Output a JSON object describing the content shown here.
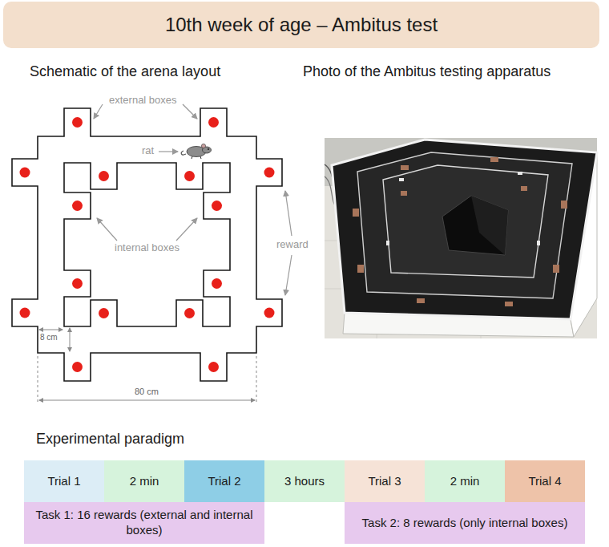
{
  "diagram": {
    "title": "10th week of age – Ambitus test",
    "nodes": [
      {
        "text": [
          "Trial 1"
        ]
      },
      {
        "text": [
          "2 min"
        ]
      },
      {
        "text": [
          "Trial 2"
        ]
      },
      {
        "text": [
          "3 hours"
        ]
      },
      {
        "text": [
          "Trial 3"
        ]
      },
      {
        "text": [
          "2 min"
        ]
      },
      {
        "text": [
          "Trial 4"
        ]
      },
      {
        "text": [
          "Task 1: 16 rewards (external and internal boxes)"
        ]
      },
      {
        "text": [
          "Task 2: 8 rewards (only internal boxes)"
        ]
      }
    ],
    "labels": [
      "Schematic of the arena layout",
      "Photo of the Ambitus testing apparatus",
      "external boxes",
      "rat",
      "internal boxes",
      "reward",
      "8 cm",
      "80 cm",
      "Experimental paradigm"
    ]
  }
}
